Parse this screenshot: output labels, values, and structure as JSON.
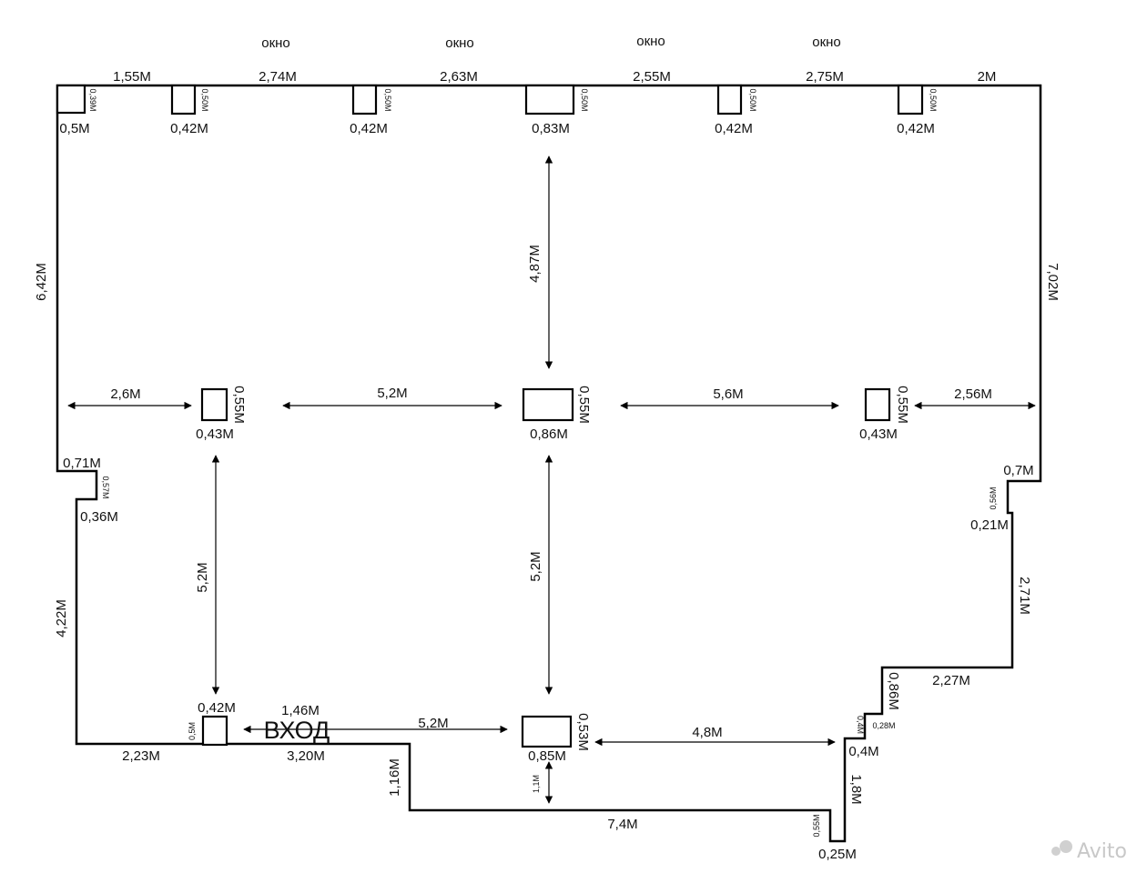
{
  "windows": {
    "label": "окно"
  },
  "top_wall": {
    "segments": [
      "1,55M",
      "2,74M",
      "2,63M",
      "2,55M",
      "2,75M",
      "2M"
    ]
  },
  "top_columns": {
    "widths": [
      "0,5M",
      "0,42M",
      "0,42M",
      "0,83M",
      "0,42M",
      "0,42M"
    ],
    "depths": [
      "0,39M",
      "0,50M",
      "0,50M",
      "0,50M",
      "0,50M",
      "0,50M"
    ]
  },
  "left_wall": {
    "upper": "6,42M",
    "step_top": "0,71M",
    "step_depth": "0,57M",
    "step_bottom": "0,36M",
    "lower": "4,22M",
    "bottom": "2,23M"
  },
  "right_wall": {
    "upper": "7,02M",
    "step1_top": "0,7M",
    "step1_depth": "0,56M",
    "step1_bottom": "0,21M",
    "middle": "2,71M",
    "step2": "2,27M",
    "step2_depth": "0,86M",
    "small_step_depth": "0,4M",
    "small_step_width": "0,28M",
    "small_step_bottom": "0,4M",
    "lower": "1,8M",
    "notch_depth": "0,55M",
    "notch_width": "0,25M"
  },
  "bottom_wall": {
    "entrance_segment": "3,20M",
    "recess_depth": "1,16M",
    "recess_length": "7,4M",
    "door_gap": "1,46M"
  },
  "middle_columns": {
    "left": {
      "width": "0,43M",
      "depth": "0,55M"
    },
    "center": {
      "width": "0,86M",
      "depth": "0,55M"
    },
    "right": {
      "width": "0,43M",
      "depth": "0,55M"
    }
  },
  "bottom_columns": {
    "left": {
      "width": "0,42M",
      "depth": "0,5M"
    },
    "center": {
      "width": "0,85M",
      "depth": "0,53M"
    }
  },
  "distances": {
    "wall_to_left_col": "2,6M",
    "left_to_center": "5,2M",
    "center_to_right": "5,6M",
    "right_col_to_wall": "2,56M",
    "top_to_center": "4,87M",
    "left_vertical": "5,2M",
    "center_vertical": "5,2M",
    "entrance_to_center": "5,2M",
    "center_to_right_wall": "4,8M",
    "center_to_bottom": "1,1M"
  },
  "entrance": {
    "label": "ВХОД"
  },
  "watermark": {
    "text": "Avito"
  }
}
